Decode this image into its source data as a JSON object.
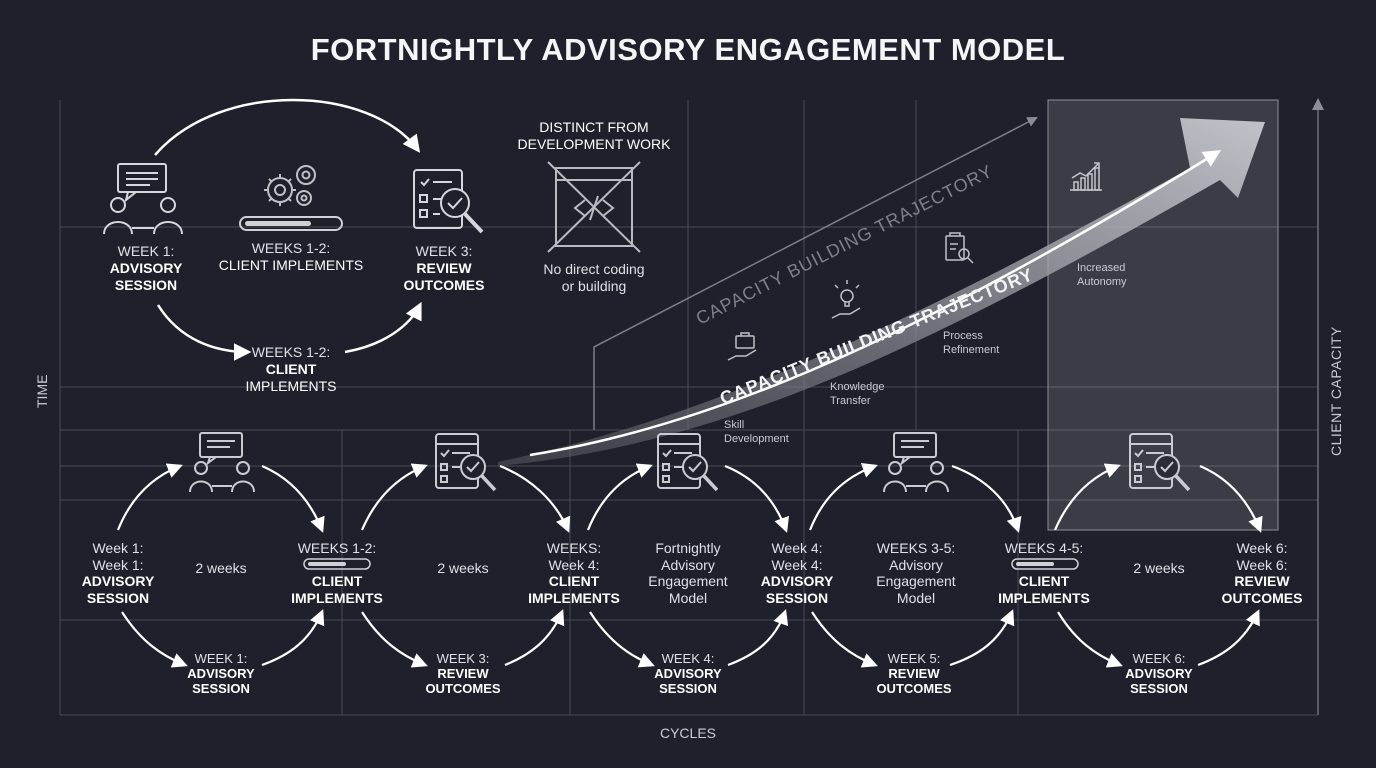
{
  "title": "FORTNIGHTLY ADVISORY ENGAGEMENT MODEL",
  "axes": {
    "x": "CYCLES",
    "y_left": "TIME",
    "y_right": "CLIENT CAPACITY"
  },
  "top_cycle": {
    "week1": {
      "line1": "WEEK 1:",
      "line2": "ADVISORY",
      "line3": "SESSION"
    },
    "weeks12_top": {
      "line1": "WEEKS 1-2:",
      "line2": "CLIENT IMPLEMENTS"
    },
    "week3": {
      "line1": "WEEK 3:",
      "line2": "REVIEW",
      "line3": "OUTCOMES"
    },
    "weeks12_bottom": {
      "line1": "WEEKS 1-2:",
      "line2": "CLIENT",
      "line3": "IMPLEMENTS"
    }
  },
  "distinct": {
    "heading1": "DISTINCT FROM",
    "heading2": "DEVELOPMENT WORK",
    "note1": "No direct coding",
    "note2": "or building"
  },
  "trajectory": {
    "label_faint": "CAPACITY BUILDING TRAJECTORY",
    "label_main": "CAPACITY BUILDING TRAJECTORY",
    "milestones": [
      {
        "line1": "Skill",
        "line2": "Development"
      },
      {
        "line1": "Knowledge",
        "line2": "Transfer"
      },
      {
        "line1": "Process",
        "line2": "Refinement"
      },
      {
        "line1": "Increased",
        "line2": "Autonomy"
      }
    ]
  },
  "bottom": {
    "nodes": [
      {
        "l1": "Week 1:",
        "l2": "Week 1:",
        "l3": "ADVISORY",
        "l4": "SESSION"
      },
      {
        "l1": "2 weeks"
      },
      {
        "l1": "WEEKS 1-2:",
        "l3": "CLIENT",
        "l4": "IMPLEMENTS"
      },
      {
        "l1": "2 weeks"
      },
      {
        "l1": "WEEKS:",
        "l2": "Week 4:",
        "l3": "CLIENT",
        "l4": "IMPLEMENTS"
      },
      {
        "l1": "Fortnightly",
        "l2": "Advisory",
        "l3": "Engagement",
        "l4": "Model"
      },
      {
        "l1": "Week 4:",
        "l2": "Week 4:",
        "l3": "ADVISORY",
        "l4": "SESSION"
      },
      {
        "l1": "WEEKS 3-5:",
        "l2": "Advisory",
        "l3": "Engagement",
        "l4": "Model"
      },
      {
        "l1": "WEEKS 4-5:",
        "l3": "CLIENT",
        "l4": "IMPLEMENTS"
      },
      {
        "l1": "2 weeks"
      },
      {
        "l1": "Week 6:",
        "l2": "Week 6:",
        "l3": "REVIEW",
        "l4": "OUTCOMES"
      }
    ],
    "lower_labels": [
      {
        "l1": "WEEK 1:",
        "l2": "ADVISORY",
        "l3": "SESSION"
      },
      {
        "l1": "WEEK 3:",
        "l2": "REVIEW",
        "l3": "OUTCOMES"
      },
      {
        "l1": "WEEK 4:",
        "l2": "ADVISORY",
        "l3": "SESSION"
      },
      {
        "l1": "WEEK 5:",
        "l2": "REVIEW",
        "l3": "OUTCOMES"
      },
      {
        "l1": "WEEK 6:",
        "l2": "ADVISORY",
        "l3": "SESSION"
      }
    ]
  },
  "colors": {
    "background": "#1e212b",
    "grid": "#4a4e59",
    "arrow": "#ffffff",
    "trajectory": "#9a9ca3"
  }
}
